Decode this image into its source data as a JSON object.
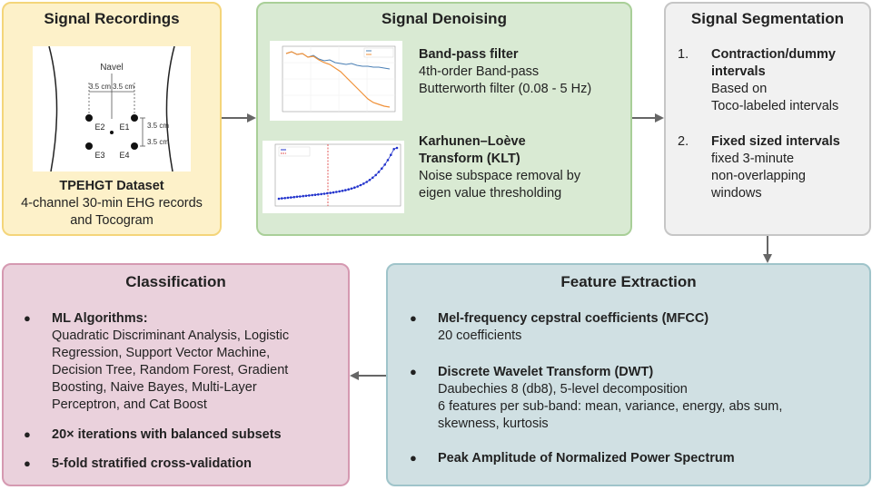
{
  "recordings": {
    "title": "Signal Recordings",
    "figure": {
      "navel": "Navel",
      "dist_left": "3.5 cm",
      "dist_right": "3.5 cm",
      "dist_v1": "3.5 cm",
      "dist_v2": "3.5 cm",
      "e1": "E1",
      "e2": "E2",
      "e3": "E3",
      "e4": "E4"
    },
    "dataset": "TPEHGT Dataset",
    "desc_line1": "4-channel 30-min EHG records",
    "desc_line2": "and Tocogram"
  },
  "denoising": {
    "title": "Signal Denoising",
    "bandpass": {
      "name": "Band-pass filter",
      "line1": "4th-order Band-pass",
      "line2": "Butterworth filter (0.08 - 5 Hz)"
    },
    "klt": {
      "name_line1": "Karhunen–Loève",
      "name_line2": "Transform (KLT)",
      "line1": "Noise subspace removal by",
      "line2": "eigen value thresholding"
    }
  },
  "segmentation": {
    "title": "Signal Segmentation",
    "items": [
      {
        "num": "1.",
        "head_line1": "Contraction/dummy",
        "head_line2": "intervals",
        "body_line1": "Based on",
        "body_line2": "Toco-labeled intervals",
        "body_line3": ""
      },
      {
        "num": "2.",
        "head_line1": "Fixed sized intervals",
        "head_line2": "",
        "body_line1": "fixed 3-minute",
        "body_line2": "non-overlapping",
        "body_line3": "windows"
      }
    ]
  },
  "classification": {
    "title": "Classification",
    "ml_head": "ML Algorithms:",
    "ml_lines": [
      "Quadratic Discriminant Analysis, Logistic",
      "Regression, Support Vector Machine,",
      "Decision Tree, Random Forest, Gradient",
      "Boosting, Naive Bayes, Multi-Layer",
      "Perceptron, and Cat Boost"
    ],
    "iterations": "20× iterations with balanced subsets",
    "cv": "5-fold stratified cross-validation"
  },
  "features": {
    "title": "Feature Extraction",
    "mfcc_head": "Mel-frequency cepstral coefficients (MFCC)",
    "mfcc_body": "20 coefficients",
    "dwt_head": "Discrete Wavelet Transform (DWT)",
    "dwt_lines": [
      "Daubechies 8 (db8), 5-level decomposition",
      "6 features per sub-band: mean, variance, energy, abs sum,",
      "skewness, kurtosis"
    ],
    "peak": "Peak Amplitude of Normalized Power Spectrum"
  },
  "colors": {
    "recordings": "#fdf1c9",
    "denoising": "#d9ead3",
    "segmentation": "#f1f1f1",
    "classification": "#ead1dc",
    "features": "#d0e0e3",
    "arrow": "#666666"
  }
}
